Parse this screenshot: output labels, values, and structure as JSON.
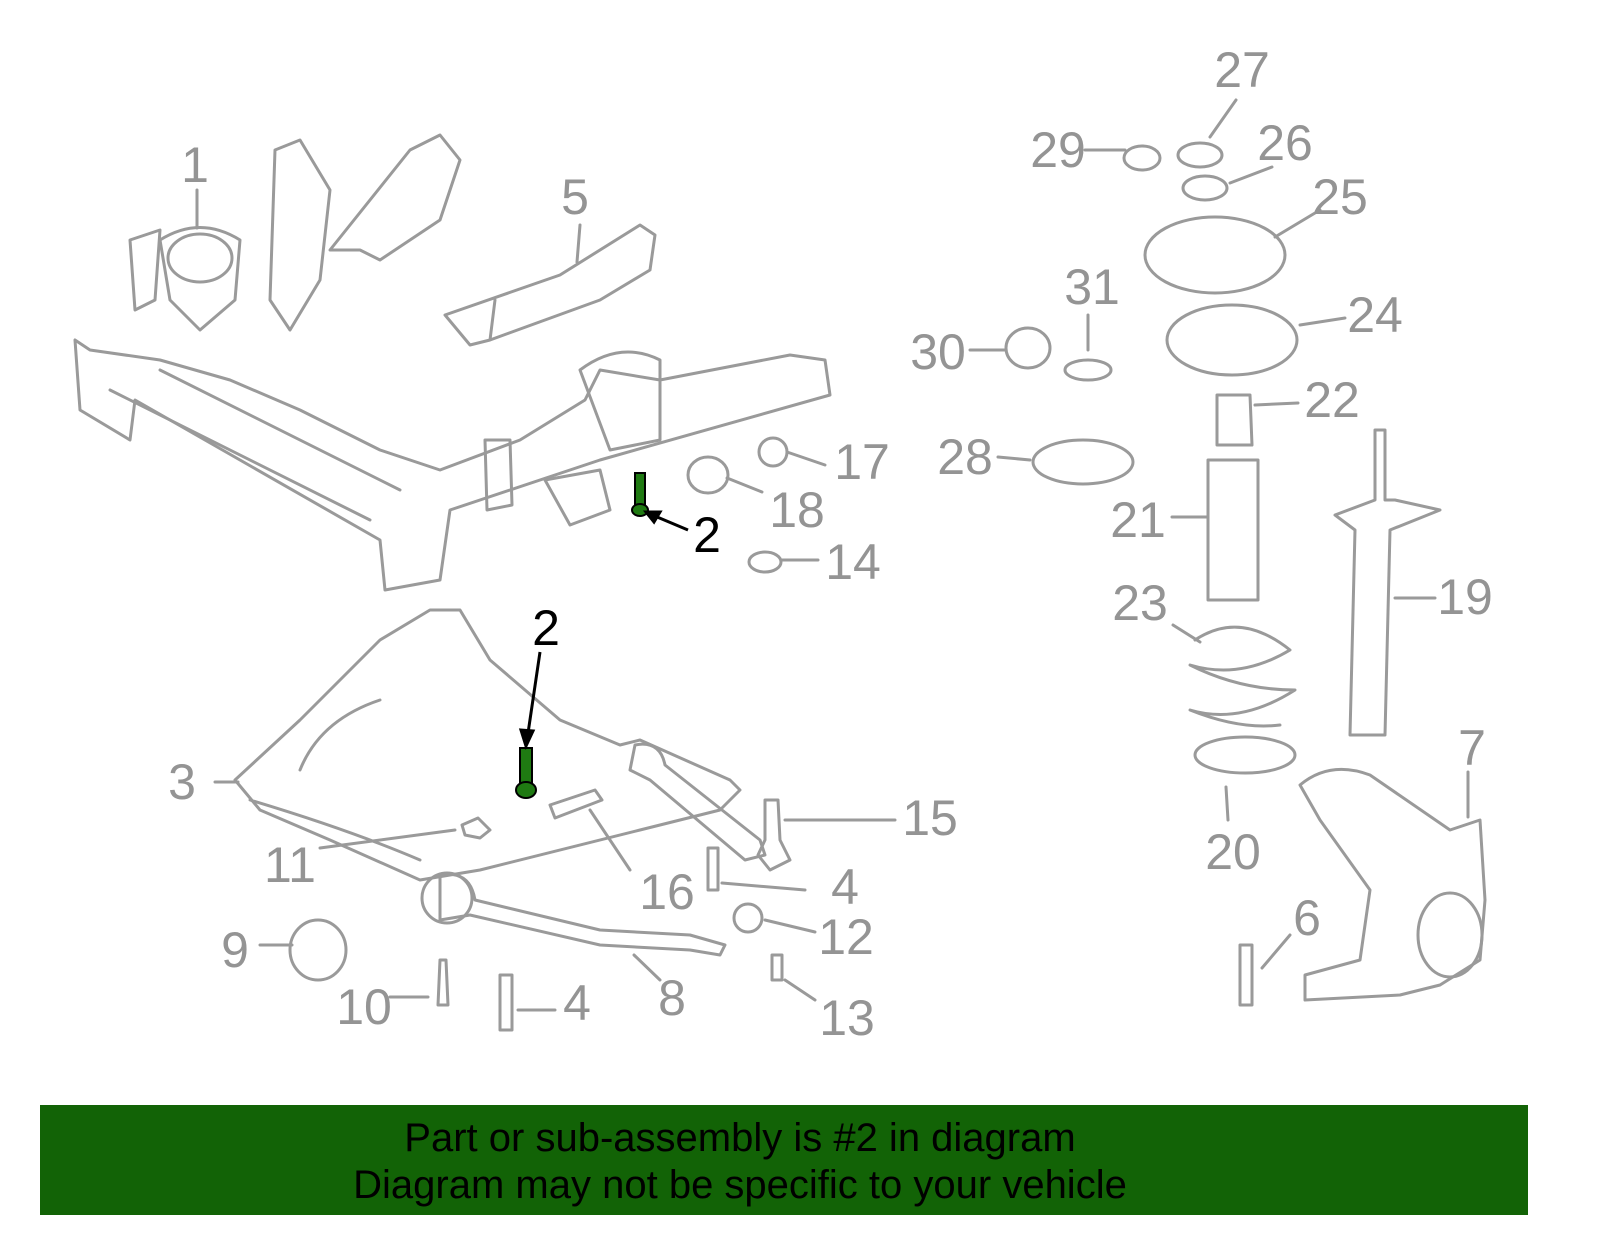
{
  "diagram": {
    "callouts": [
      "1",
      "5",
      "27",
      "29",
      "26",
      "25",
      "31",
      "24",
      "30",
      "22",
      "28",
      "17",
      "18",
      "2",
      "21",
      "14",
      "19",
      "23",
      "2",
      "7",
      "3",
      "15",
      "20",
      "11",
      "16",
      "4",
      "6",
      "12",
      "9",
      "10",
      "4",
      "8",
      "13"
    ],
    "highlighted_part": "2",
    "colors": {
      "line": "#9a9a9a",
      "highlight": "#1f7a12",
      "banner": "#126306"
    }
  },
  "banner": {
    "line1": "Part or sub-assembly is #2 in diagram",
    "line2": "Diagram may not be specific to your vehicle"
  }
}
